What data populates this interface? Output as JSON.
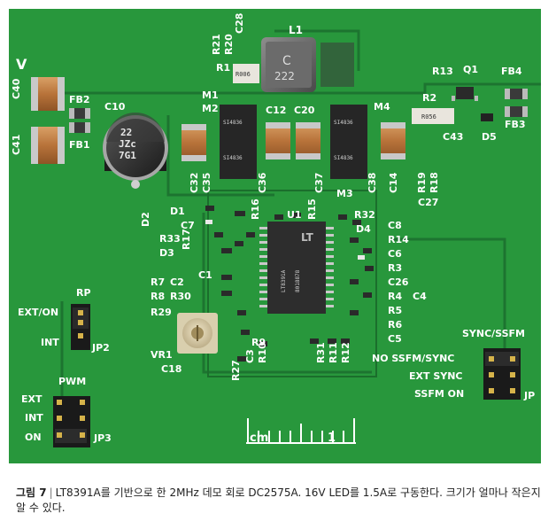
{
  "board": {
    "labels": {
      "V": "V",
      "C40": "C40",
      "C41": "C41",
      "FB2": "FB2",
      "FB1": "FB1",
      "C10": "C10",
      "C28": "C28",
      "R21": "R21",
      "R20": "R20",
      "L1": "L1",
      "R1": "R1",
      "M1": "M1",
      "M2": "M2",
      "C12": "C12",
      "C20": "C20",
      "M4": "M4",
      "R13": "R13",
      "Q1": "Q1",
      "FB4": "FB4",
      "R2": "R2",
      "C43": "C43",
      "FB3": "FB3",
      "D5": "D5",
      "C32": "C32",
      "C35": "C35",
      "C36": "C36",
      "C37": "C37",
      "M3": "M3",
      "C38": "C38",
      "C14": "C14",
      "R19": "R19",
      "R18": "R18",
      "C27": "C27",
      "D2": "D2",
      "D1": "D1",
      "C7": "C7",
      "R33": "R33",
      "R17": "R17",
      "D3": "D3",
      "R16": "R16",
      "U1": "U1",
      "R15": "R15",
      "R32": "R32",
      "D4": "D4",
      "C8": "C8",
      "R14": "R14",
      "C6": "C6",
      "R3": "R3",
      "C26": "C26",
      "R4": "R4",
      "C4": "C4",
      "R5": "R5",
      "R6": "R6",
      "C5": "C5",
      "R7": "R7",
      "C2": "C2",
      "C1": "C1",
      "R8": "R8",
      "R30": "R30",
      "R29": "R29",
      "RP": "RP",
      "EXT/ON": "EXT/ON",
      "INT": "INT",
      "JP2": "JP2",
      "VR1": "VR1",
      "C18": "C18",
      "R9": "R9",
      "C3": "C3",
      "R10": "R10",
      "R27": "R27",
      "R31": "R31",
      "R11": "R11",
      "R12": "R12",
      "NO SSFM/SYNC": "NO SSFM/SYNC",
      "SYNC/SSFM": "SYNC/SSFM",
      "EXT SYNC": "EXT SYNC",
      "SSFM ON": "SSFM ON",
      "JP": "JP",
      "PWM": "PWM",
      "EXT": "EXT",
      "INT2": "INT",
      "ON": "ON",
      "JP3": "JP3",
      "cm": "cm",
      "one": "1"
    },
    "markings": {
      "c10_1": "22",
      "c10_2": "JZc",
      "c10_3": "7G1",
      "l1_1": "C",
      "l1_2": "222",
      "r1": "R006",
      "r2": "R056",
      "u1_1": "LT8391A",
      "u1_2": "LT",
      "u1_3": "8018878",
      "mos": "SI4836"
    },
    "colors": {
      "pcb": "#2a9a3e",
      "silk": "#ffffff",
      "copper_trace": "#1f7a30"
    }
  },
  "caption": {
    "figure": "그림 7",
    "text": "LT8391A를 기반으로 한 2MHz 데모 회로 DC2575A. 16V LED를 1.5A로 구동한다. 크기가 얼마나 작은지 알 수 있다."
  }
}
